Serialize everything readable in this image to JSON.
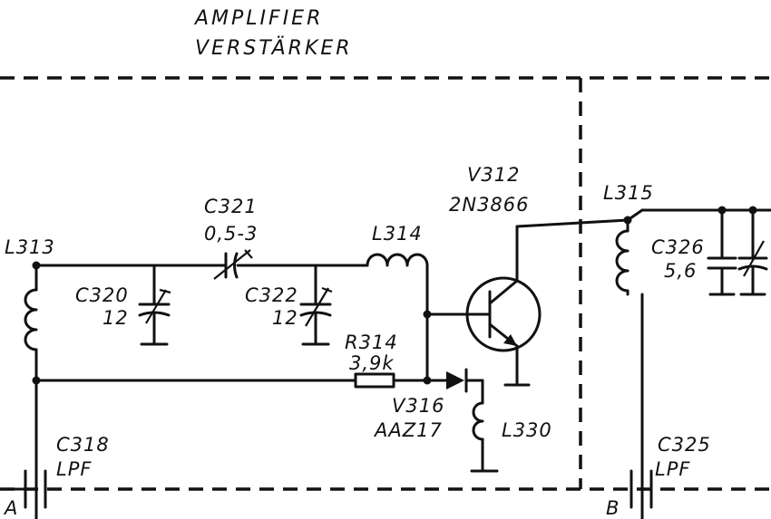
{
  "title": {
    "line1": "AMPLIFIER",
    "line2": "VERSTÄRKER"
  },
  "components": {
    "L313": "L313",
    "C320": {
      "ref": "C320",
      "value": "12"
    },
    "C321": {
      "ref": "C321",
      "value": "0,5-3"
    },
    "C322": {
      "ref": "C322",
      "value": "12"
    },
    "L314": "L314",
    "R314": {
      "ref": "R314",
      "value": "3,9k"
    },
    "V316": {
      "ref": "V316",
      "value": "AAZ17"
    },
    "L330": "L330",
    "V312": {
      "ref": "V312",
      "value": "2N3866"
    },
    "L315": "L315",
    "C326": {
      "ref": "C326",
      "value": "5,6"
    },
    "C318": {
      "ref": "C318",
      "value": "LPF"
    },
    "C325": {
      "ref": "C325",
      "value": "LPF"
    }
  },
  "terminals": {
    "A": "A",
    "B": "B"
  }
}
